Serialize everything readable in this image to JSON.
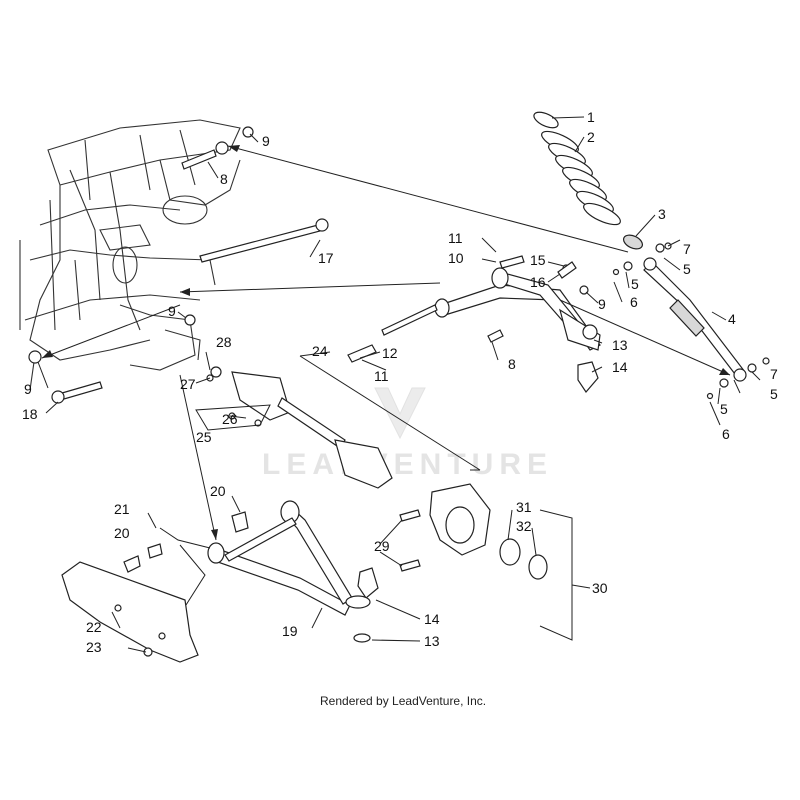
{
  "watermark": "LEADVENTURE",
  "credit": "Rendered by LeadVenture, Inc.",
  "callouts": [
    {
      "id": "c1",
      "text": "1"
    },
    {
      "id": "c2",
      "text": "2"
    },
    {
      "id": "c3",
      "text": "3"
    },
    {
      "id": "c4",
      "text": "4"
    },
    {
      "id": "c5a",
      "text": "5"
    },
    {
      "id": "c5b",
      "text": "5"
    },
    {
      "id": "c5c",
      "text": "5"
    },
    {
      "id": "c5d",
      "text": "5"
    },
    {
      "id": "c6a",
      "text": "6"
    },
    {
      "id": "c6b",
      "text": "6"
    },
    {
      "id": "c7a",
      "text": "7"
    },
    {
      "id": "c7b",
      "text": "7"
    },
    {
      "id": "c8a",
      "text": "8"
    },
    {
      "id": "c8b",
      "text": "8"
    },
    {
      "id": "c9a",
      "text": "9"
    },
    {
      "id": "c9b",
      "text": "9"
    },
    {
      "id": "c9c",
      "text": "9"
    },
    {
      "id": "c9d",
      "text": "9"
    },
    {
      "id": "c10",
      "text": "10"
    },
    {
      "id": "c11a",
      "text": "11"
    },
    {
      "id": "c11b",
      "text": "11"
    },
    {
      "id": "c12",
      "text": "12"
    },
    {
      "id": "c13a",
      "text": "13"
    },
    {
      "id": "c13b",
      "text": "13"
    },
    {
      "id": "c14a",
      "text": "14"
    },
    {
      "id": "c14b",
      "text": "14"
    },
    {
      "id": "c15",
      "text": "15"
    },
    {
      "id": "c16",
      "text": "16"
    },
    {
      "id": "c17",
      "text": "17"
    },
    {
      "id": "c18",
      "text": "18"
    },
    {
      "id": "c19",
      "text": "19"
    },
    {
      "id": "c20a",
      "text": "20"
    },
    {
      "id": "c20b",
      "text": "20"
    },
    {
      "id": "c21",
      "text": "21"
    },
    {
      "id": "c22",
      "text": "22"
    },
    {
      "id": "c23",
      "text": "23"
    },
    {
      "id": "c24",
      "text": "24"
    },
    {
      "id": "c25",
      "text": "25"
    },
    {
      "id": "c26",
      "text": "26"
    },
    {
      "id": "c27",
      "text": "27"
    },
    {
      "id": "c28",
      "text": "28"
    },
    {
      "id": "c29",
      "text": "29"
    },
    {
      "id": "c30",
      "text": "30"
    },
    {
      "id": "c31",
      "text": "31"
    },
    {
      "id": "c32",
      "text": "32"
    }
  ]
}
